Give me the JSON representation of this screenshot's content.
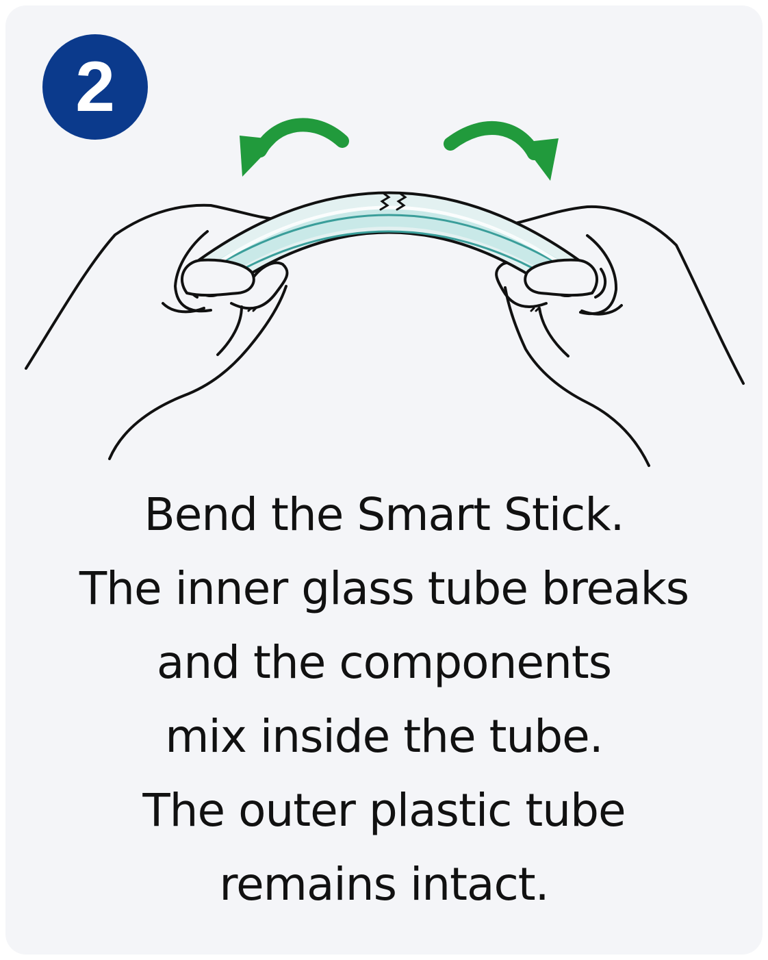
{
  "step": {
    "number": "2"
  },
  "colors": {
    "badge": "#0b3a8c",
    "arrow": "#219a3c",
    "tube_fill": "#d6efee",
    "liquid_line": "#3a9e9a",
    "outline": "#111111",
    "background": "#f4f5f8"
  },
  "icons": {
    "left_arrow": "curved-arrow-left-icon",
    "right_arrow": "curved-arrow-right-icon",
    "break_mark": "crack-icon"
  },
  "instructions": {
    "lines": [
      "Bend the Smart Stick.",
      "The inner glass tube breaks",
      "and the components",
      "mix inside the tube.",
      "The outer plastic tube",
      "remains intact."
    ]
  }
}
